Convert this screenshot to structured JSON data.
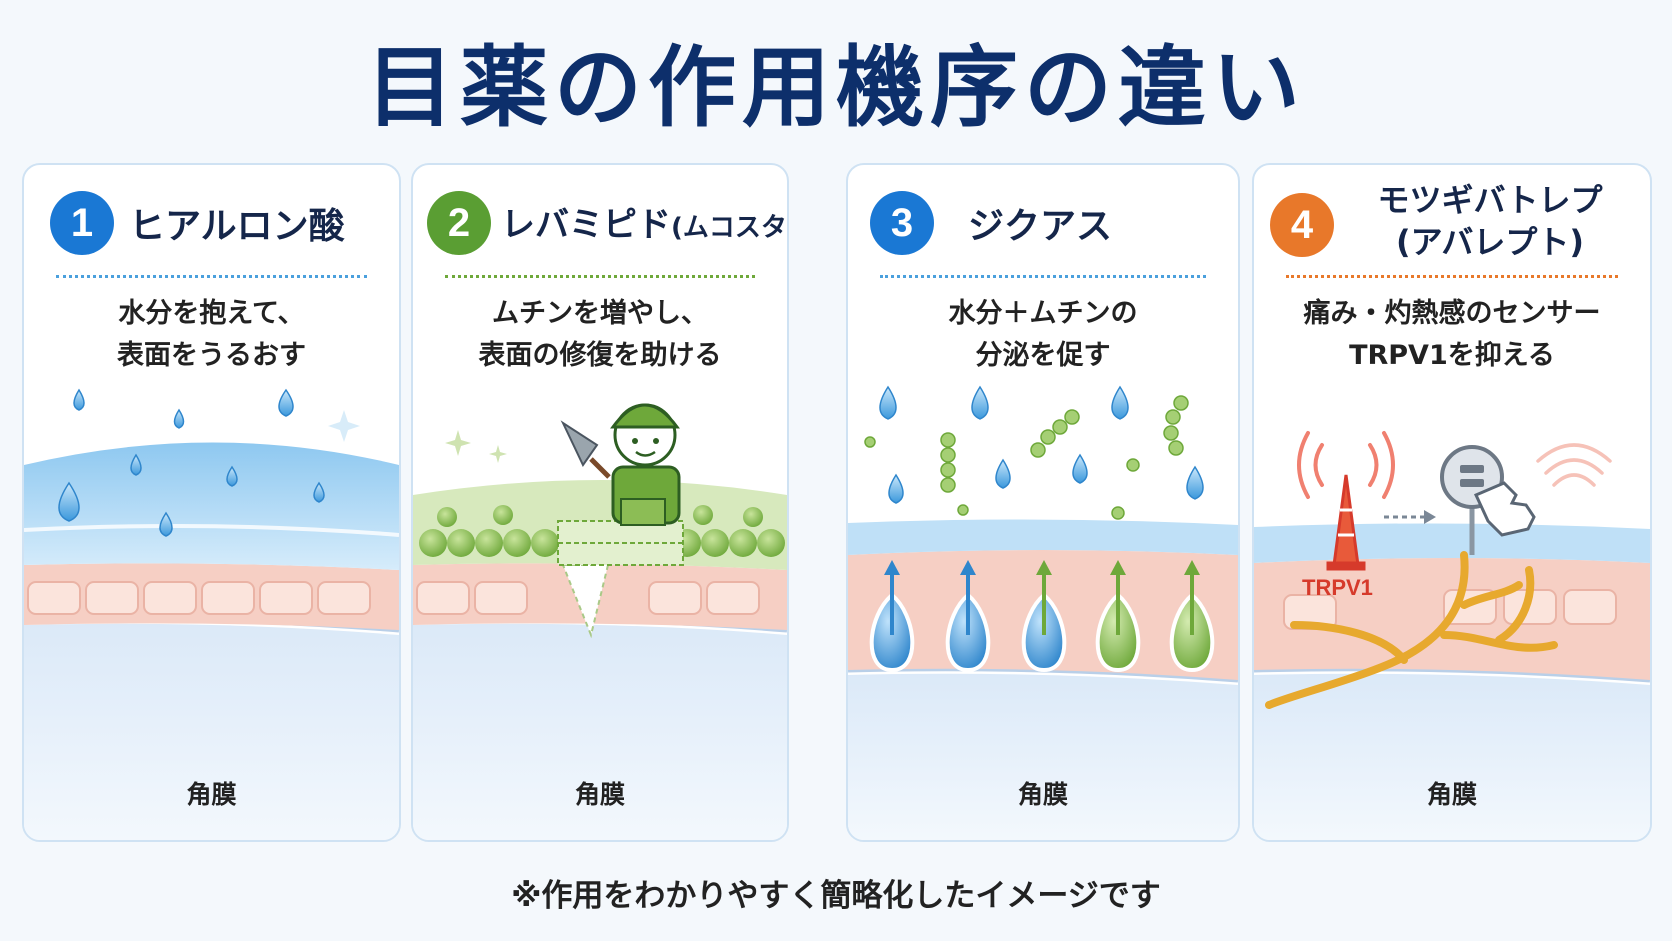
{
  "title": "目薬の作用機序の違い",
  "cards": [
    {
      "number": "1",
      "name": "ヒアルロン酸",
      "desc": [
        "水分を抱えて、",
        "表面をうるおす"
      ],
      "cornea_label": "角膜",
      "accent": "#1a78d4"
    },
    {
      "number": "2",
      "name": "レバミピド",
      "name_sub": "(ムコスタ)",
      "desc": [
        "ムチンを増やし、",
        "表面の修復を助ける"
      ],
      "cornea_label": "角膜",
      "accent": "#5a9e33"
    },
    {
      "number": "3",
      "name": "ジクアス",
      "desc": [
        "水分＋ムチンの",
        "分泌を促す"
      ],
      "cornea_label": "角膜",
      "accent": "#1a78d4"
    },
    {
      "number": "4",
      "name": "モツギバトレプ",
      "name_sub": "(アバレプト)",
      "desc": [
        "痛み・灼熱感のセンサー",
        "TRPV1を抑える"
      ],
      "cornea_label": "角膜",
      "sensor_label": "TRPV1",
      "accent": "#e8782a"
    }
  ],
  "footnote": "※作用をわかりやすく簡略化したイメージです"
}
